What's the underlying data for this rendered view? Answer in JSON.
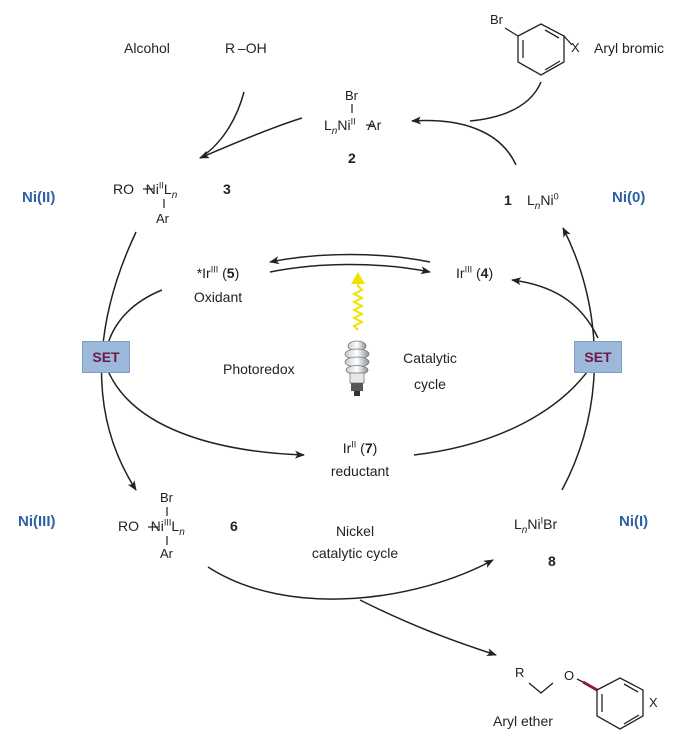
{
  "labels": {
    "alcohol": "Alcohol",
    "roh": "R –OH",
    "aryl_bromide": "Aryl bromic",
    "br_aryl": "Br",
    "x_aryl": "X",
    "ni_ii_state": "Ni(II)",
    "ni_0_state": "Ni(0)",
    "ni_iii_state": "Ni(III)",
    "ni_i_state": "Ni(I)",
    "cmpd1": "1",
    "cmpd2": "2",
    "cmpd3": "3",
    "cmpd6": "6",
    "cmpd8": "8",
    "oxidant": "Oxidant",
    "reductant": "reductant",
    "photoredox": "Photoredox",
    "catalytic": "Catalytic",
    "cycle": "cycle",
    "nickel": "Nickel",
    "nickel_cycle": "catalytic cycle",
    "set": "SET",
    "aryl_ether": "Aryl ether",
    "r_ether": "R",
    "o_ether": "O",
    "x_ether": "X",
    "br_top": "Br",
    "ar_sub": "Ar",
    "br_sub": "Br"
  },
  "colors": {
    "state_blue": "#2e62a8",
    "set_box": "#9cb9dc",
    "set_text": "#6d1a45",
    "ether_bond": "#8b1a4a",
    "light_arrow": "#f2e200"
  },
  "icons": {
    "bulb": "light-bulb-icon"
  }
}
